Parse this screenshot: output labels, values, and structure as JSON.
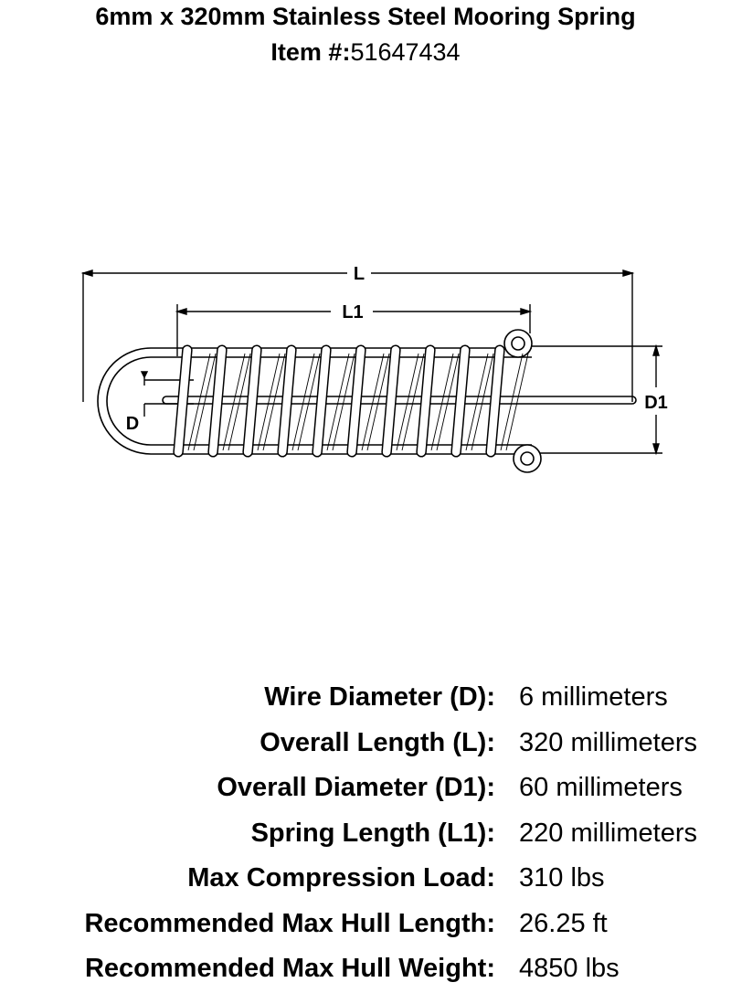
{
  "header": {
    "title": "6mm x 320mm Stainless Steel Mooring Spring",
    "item_label": "Item #:",
    "item_number": "51647434"
  },
  "diagram": {
    "dimension_labels": {
      "L": "L",
      "L1": "L1",
      "D1": "D1",
      "D": "D"
    },
    "line_color": "#000000",
    "wire_fill": "#ffffff"
  },
  "specs": [
    {
      "label": "Wire Diameter (D):",
      "value": "6 millimeters"
    },
    {
      "label": "Overall Length (L):",
      "value": "320 millimeters"
    },
    {
      "label": "Overall Diameter (D1):",
      "value": "60 millimeters"
    },
    {
      "label": "Spring Length (L1):",
      "value": "220 millimeters"
    },
    {
      "label": "Max Compression Load:",
      "value": "310 lbs"
    },
    {
      "label": "Recommended Max Hull Length:",
      "value": "26.25 ft"
    },
    {
      "label": "Recommended Max Hull Weight:",
      "value": "4850 lbs"
    }
  ]
}
